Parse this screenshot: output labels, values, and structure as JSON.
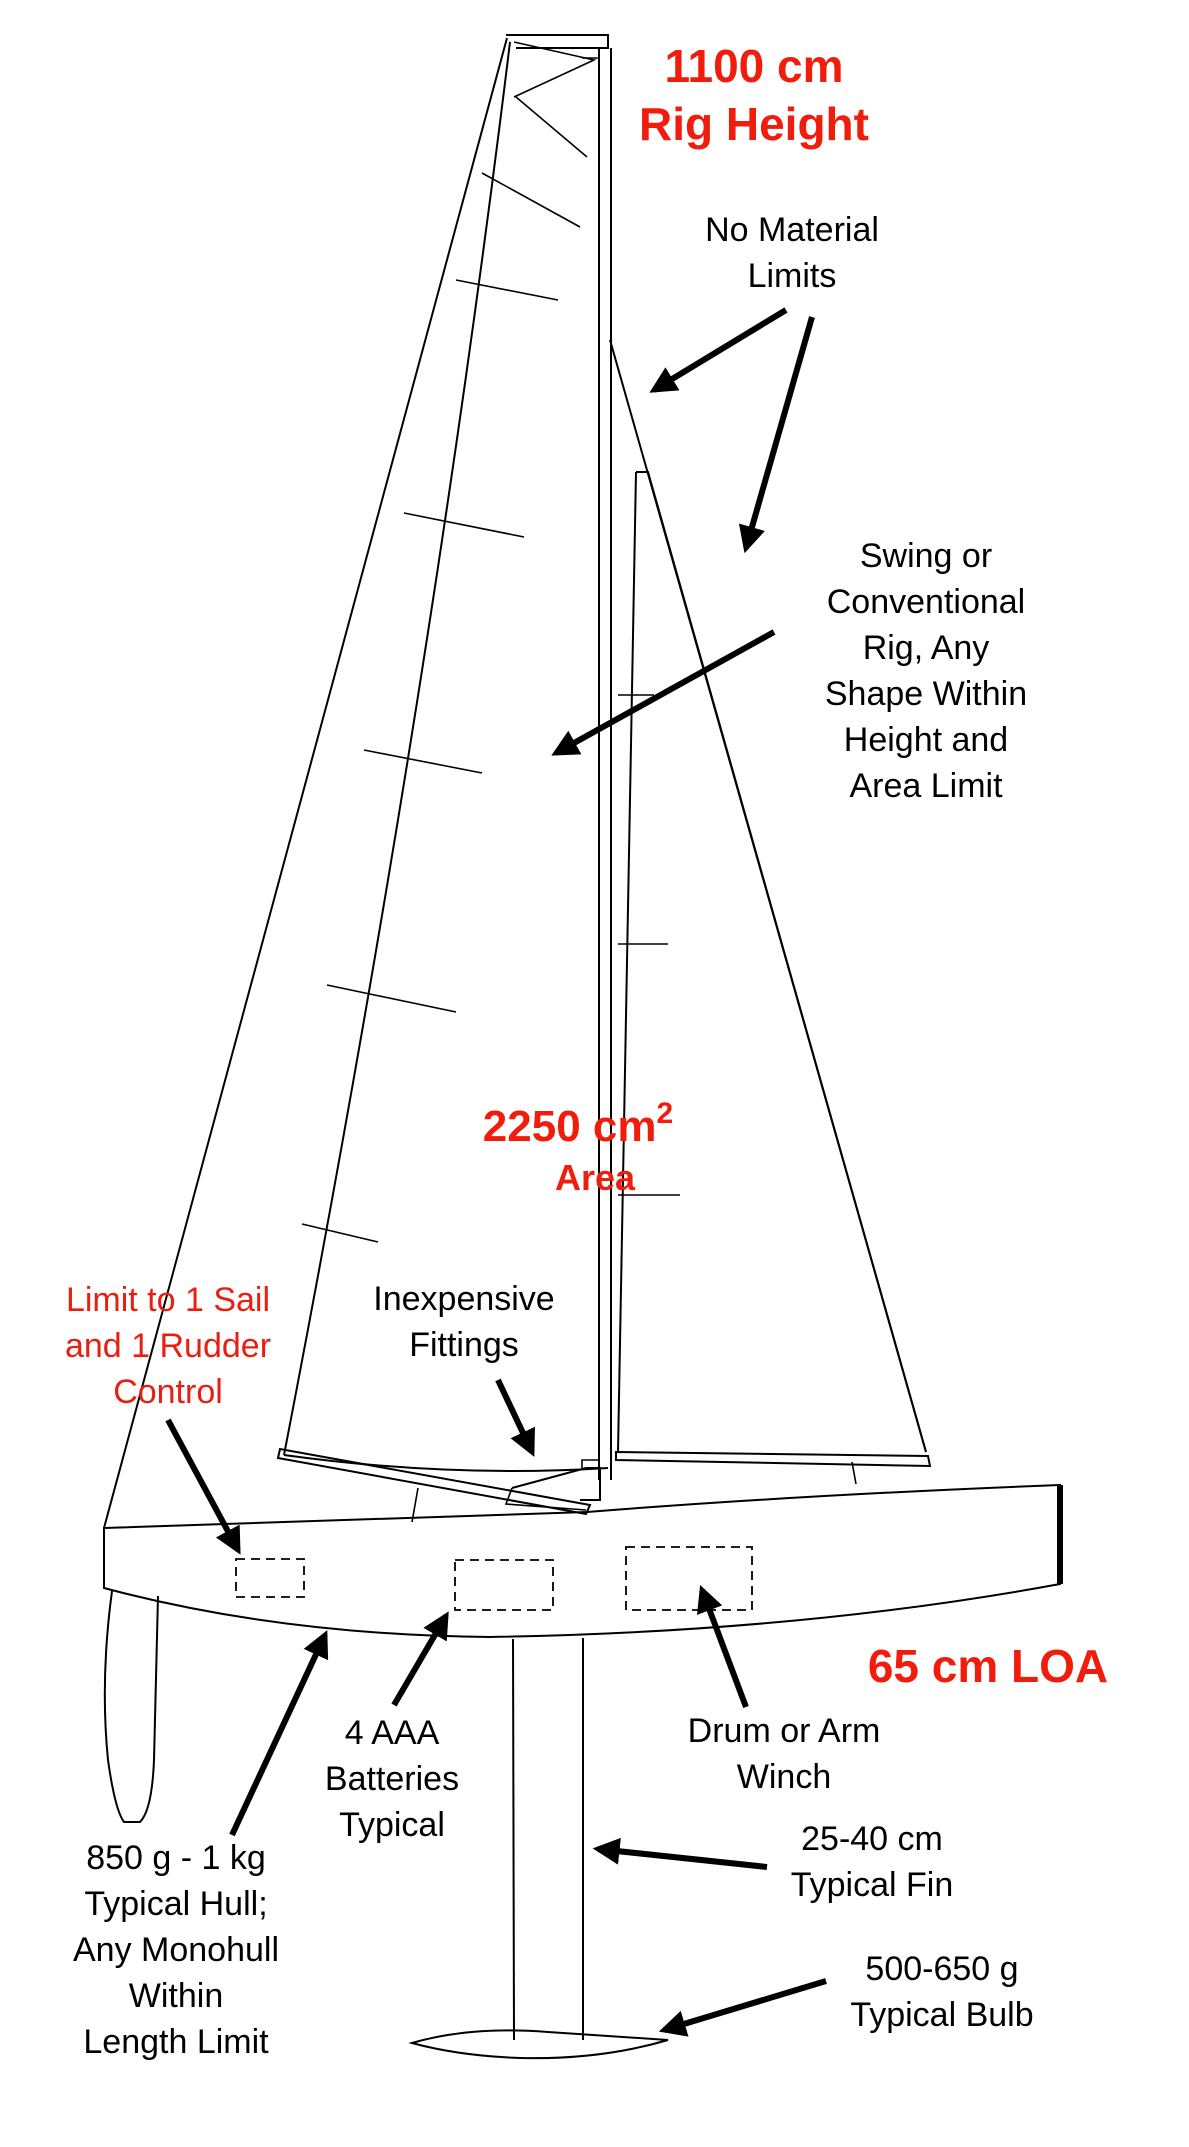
{
  "colors": {
    "accent_red": "#f01d0c",
    "accent_red_light": "#e81f10",
    "ink": "#000000"
  },
  "labels": {
    "rig_height": [
      "1100 cm",
      "Rig Height"
    ],
    "material": [
      "No Material",
      "Limits"
    ],
    "rig_type": [
      "Swing or",
      "Conventional",
      "Rig, Any",
      "Shape Within",
      "Height and",
      "Area Limit"
    ],
    "sail_area_value": "2250 cm",
    "sail_area_sup": "2",
    "sail_area_label": "Area",
    "control_limit": [
      "Limit to 1 Sail",
      "and 1 Rudder",
      "Control"
    ],
    "fittings": [
      "Inexpensive",
      "Fittings"
    ],
    "loa": "65 cm LOA",
    "batteries": [
      "4 AAA",
      "Batteries",
      "Typical"
    ],
    "winch": [
      "Drum or Arm",
      "Winch"
    ],
    "hull": [
      "850 g - 1 kg",
      "Typical Hull;",
      "Any Monohull",
      "Within",
      "Length Limit"
    ],
    "fin": [
      "25-40 cm",
      "Typical Fin"
    ],
    "bulb": [
      "500-650 g",
      "Typical Bulb"
    ]
  }
}
